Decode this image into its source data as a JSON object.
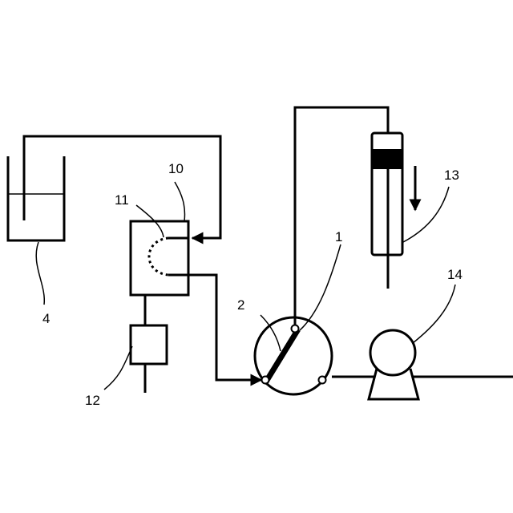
{
  "labels": {
    "valve": "1",
    "valve_rotor": "2",
    "beaker": "4",
    "vessel": "10",
    "vessel_inner": "11",
    "filter_unit": "12",
    "syringe": "13",
    "pump": "14"
  }
}
